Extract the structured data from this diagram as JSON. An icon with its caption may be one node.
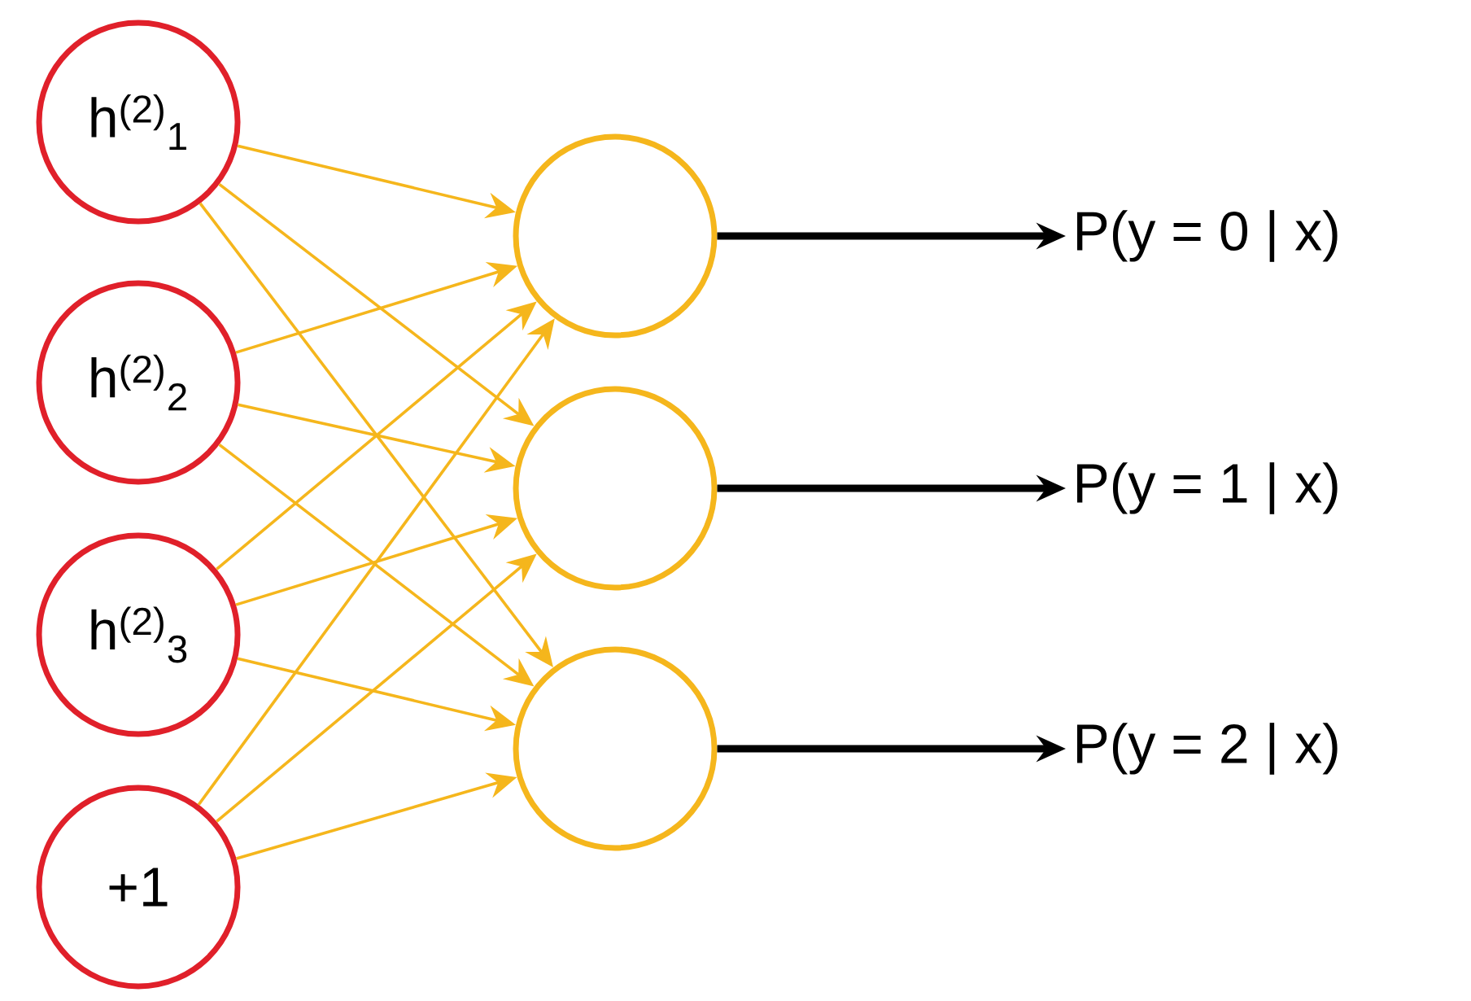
{
  "diagram": {
    "nodes": [
      {
        "text": [
          "h$^{(2)}$$_{1}$"
        ]
      },
      {
        "text": [
          "h$^{(2)}$$_{2}$"
        ]
      },
      {
        "text": [
          "h$^{(2)}$$_{3}$"
        ]
      },
      {
        "text": [
          "+1"
        ]
      },
      {
        "text": [],
        "shape": "circle"
      },
      {
        "text": [],
        "shape": "circle"
      },
      {
        "text": [],
        "shape": "circle"
      },
      {
        "text": [
          "P(y = 0  |  x)"
        ]
      },
      {
        "text": [
          "P(y = 1  |  x)"
        ]
      },
      {
        "text": [
          "P(y = 2  |  x)"
        ]
      }
    ],
    "edges": [
      {
        "from": 0,
        "to": 4,
        "arrow": "to"
      },
      {
        "from": 0,
        "to": 5,
        "arrow": "to"
      },
      {
        "from": 0,
        "to": 6,
        "arrow": "to"
      },
      {
        "from": 1,
        "to": 4,
        "arrow": "to"
      },
      {
        "from": 1,
        "to": 5,
        "arrow": "to"
      },
      {
        "from": 1,
        "to": 6,
        "arrow": "to"
      },
      {
        "from": 2,
        "to": 4,
        "arrow": "to"
      },
      {
        "from": 2,
        "to": 5,
        "arrow": "to"
      },
      {
        "from": 2,
        "to": 6,
        "arrow": "to"
      },
      {
        "from": 3,
        "to": 4,
        "arrow": "to"
      },
      {
        "from": 3,
        "to": 5,
        "arrow": "to"
      },
      {
        "from": 3,
        "to": 6,
        "arrow": "to"
      },
      {
        "from": 4,
        "to": 7,
        "arrow": "to",
        "style": "thick",
        "color": "#000000"
      },
      {
        "from": 5,
        "to": 8,
        "arrow": "to",
        "style": "thick",
        "color": "#000000"
      },
      {
        "from": 6,
        "to": 9,
        "arrow": "to",
        "style": "thick",
        "color": "#000000"
      }
    ]
  }
}
